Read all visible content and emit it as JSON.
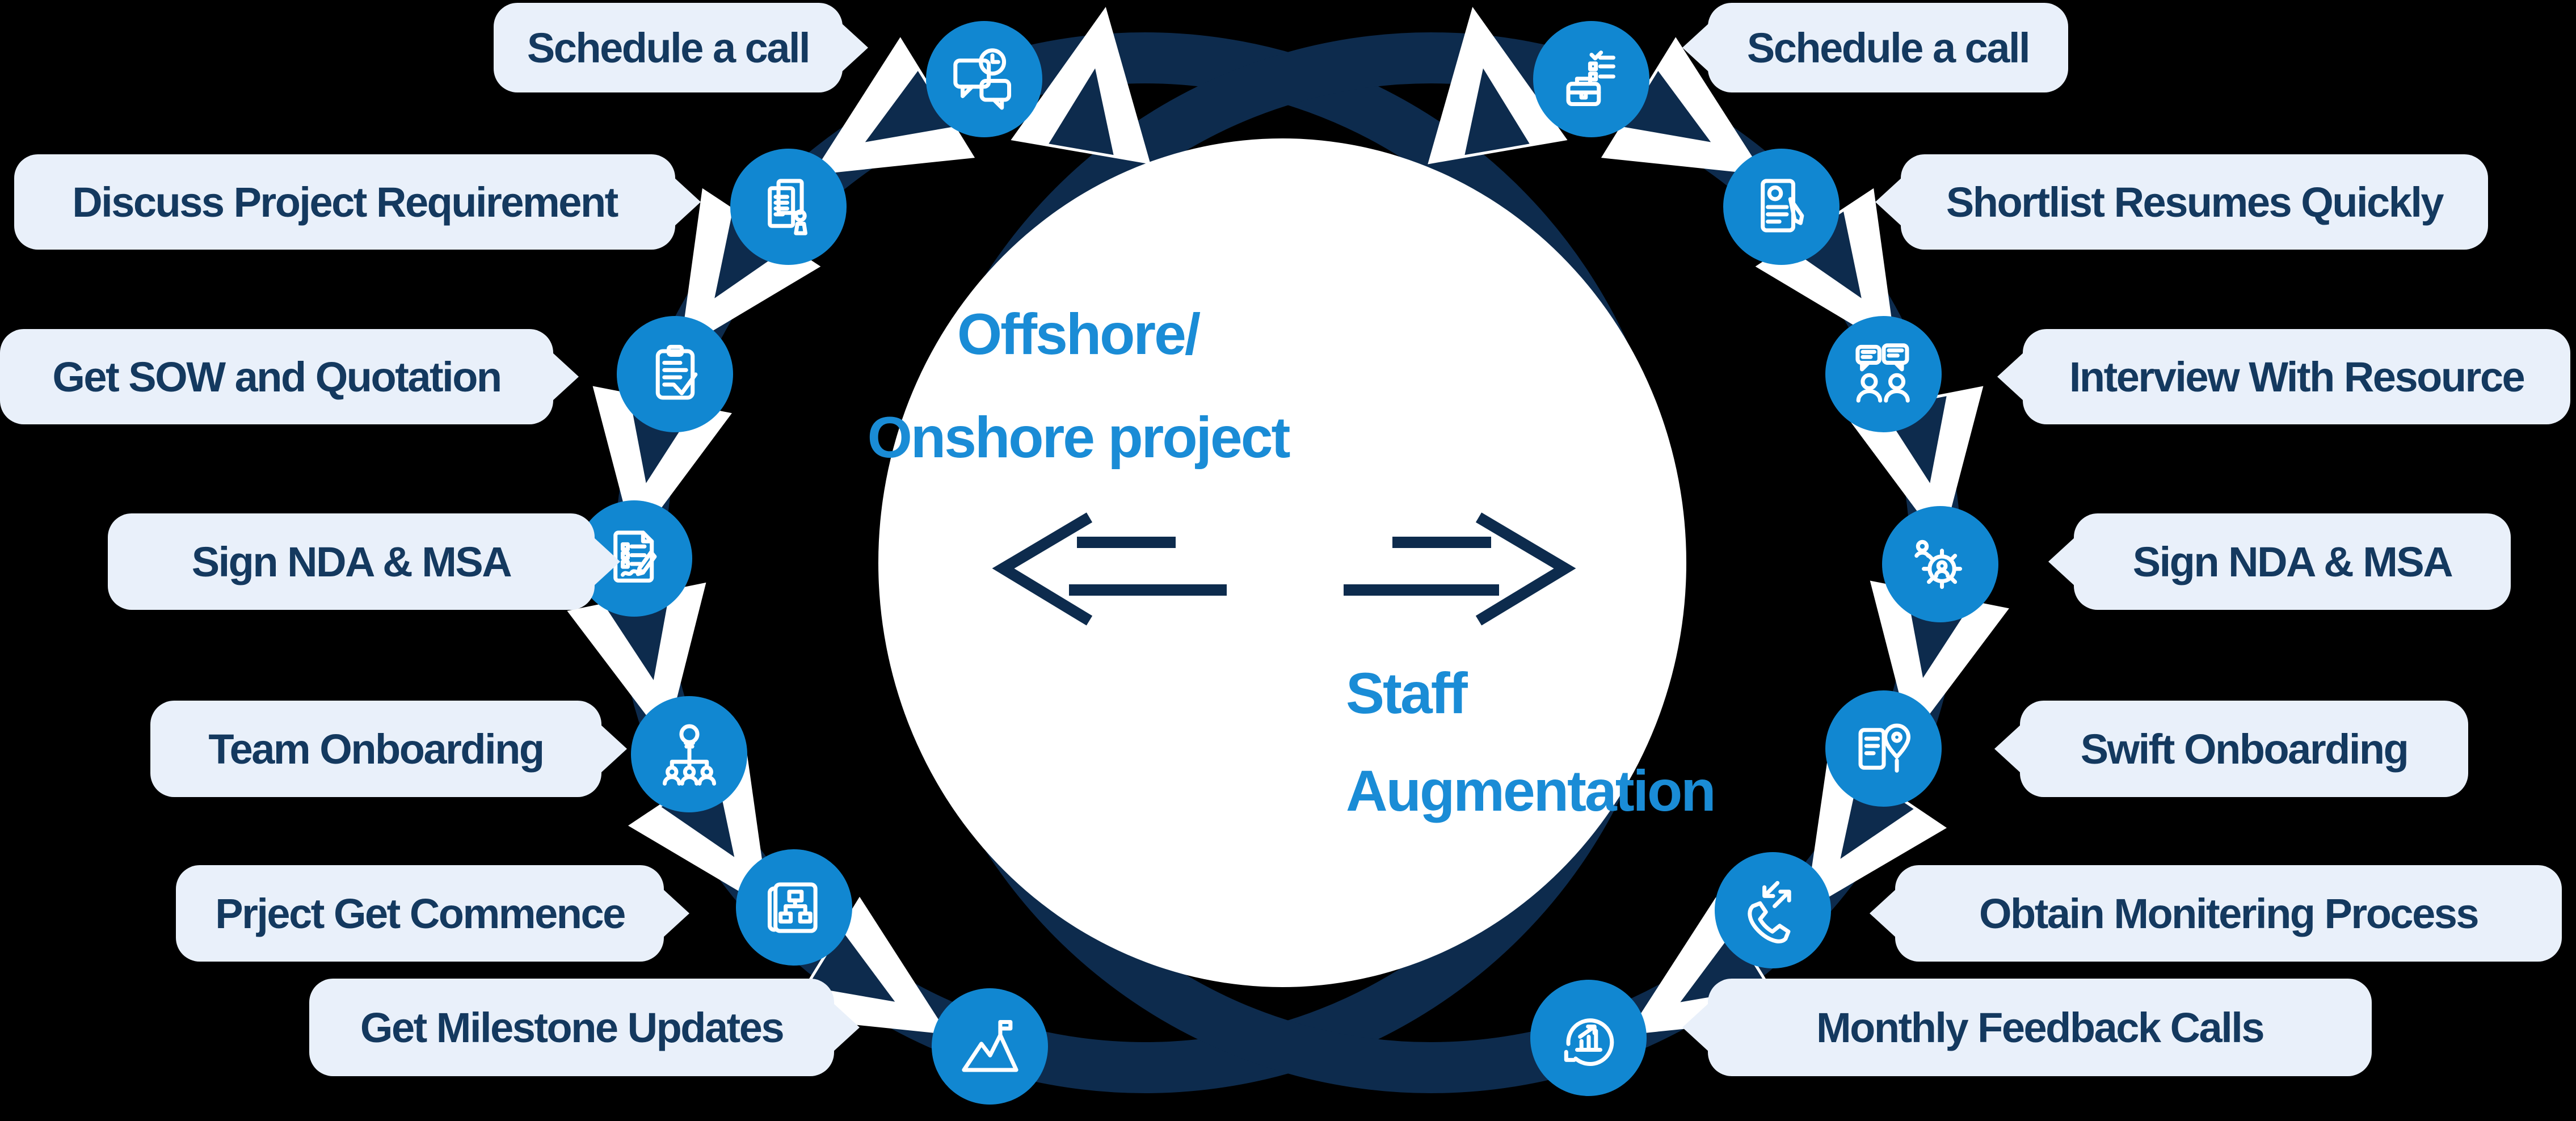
{
  "colors": {
    "background": "#000000",
    "navy": "#0d2b4d",
    "icon_blue": "#1187d1",
    "pill_bg": "#e9f0fa",
    "pill_text": "#14395f",
    "center_text_blue": "#1a8cd6",
    "white": "#ffffff"
  },
  "center": {
    "left_title_line1": "Offshore/",
    "left_title_line2": "Onshore project",
    "right_title_line1": "Staff",
    "right_title_line2": "Augmentation"
  },
  "left_flow": {
    "name": "Offshore/Onshore project flow",
    "steps": [
      {
        "label": "Schedule a call",
        "icon": "chat-clock"
      },
      {
        "label": "Discuss Project Requirement",
        "icon": "project-documents"
      },
      {
        "label": "Get SOW and Quotation",
        "icon": "clipboard-check"
      },
      {
        "label": "Sign NDA & MSA",
        "icon": "contract-sign"
      },
      {
        "label": "Team Onboarding",
        "icon": "team-idea"
      },
      {
        "label": "Prject Get Commence",
        "icon": "flowchart-scroll"
      },
      {
        "label": "Get Milestone Updates",
        "icon": "mountain-flag"
      }
    ]
  },
  "right_flow": {
    "name": "Staff Augmentation flow",
    "steps": [
      {
        "label": "Schedule a call",
        "icon": "briefcase-checklist"
      },
      {
        "label": "Shortlist Resumes Quickly",
        "icon": "resume-pencil"
      },
      {
        "label": "Interview With Resource",
        "icon": "interview-chat"
      },
      {
        "label": "Sign NDA & MSA",
        "icon": "gear-team"
      },
      {
        "label": "Swift Onboarding",
        "icon": "pin-checklist"
      },
      {
        "label": "Obtain Monitering Process",
        "icon": "phone-arrows"
      },
      {
        "label": "Monthly Feedback Calls",
        "icon": "chart-growth-cycle"
      }
    ]
  }
}
